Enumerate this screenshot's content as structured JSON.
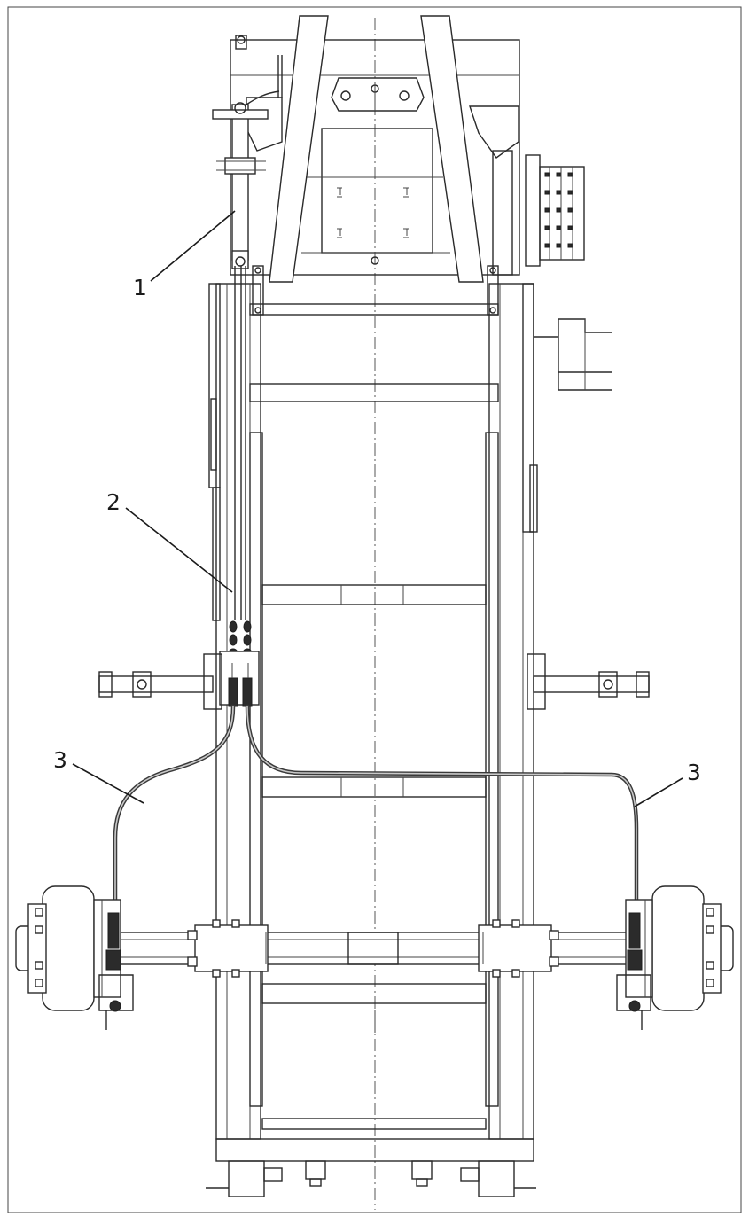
{
  "callouts": [
    {
      "id": "1",
      "label": "1"
    },
    {
      "id": "2",
      "label": "2"
    },
    {
      "id": "3-left",
      "label": "3"
    },
    {
      "id": "3-right",
      "label": "3"
    }
  ]
}
